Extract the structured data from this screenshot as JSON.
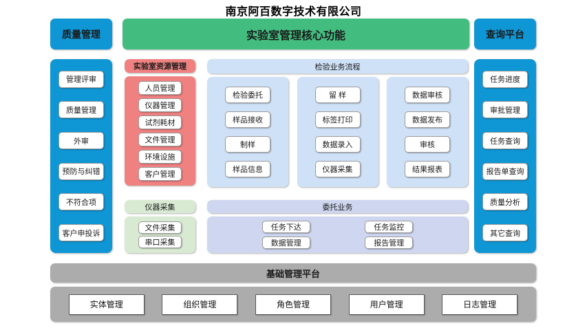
{
  "page": {
    "title": "南京阿百数字技术有限公司"
  },
  "core_banner": {
    "label": "实验室管理核心功能",
    "color": "#42bd7f"
  },
  "left_panel": {
    "header": "质量管理",
    "color": "#0f96d4",
    "items": [
      {
        "label": "管理评审"
      },
      {
        "label": "质量管理"
      },
      {
        "label": "外审"
      },
      {
        "label": "预防与纠错"
      },
      {
        "label": "不符合项"
      },
      {
        "label": "客户申投诉"
      }
    ]
  },
  "right_panel": {
    "header": "查询平台",
    "color": "#0f96d4",
    "items": [
      {
        "label": "任务进度"
      },
      {
        "label": "审批管理"
      },
      {
        "label": "任务查询"
      },
      {
        "label": "报告单查询"
      },
      {
        "label": "质量分析"
      },
      {
        "label": "其它查询"
      }
    ]
  },
  "resource_panel": {
    "header": "实验室资源管理",
    "color": "#ef8181",
    "items": [
      {
        "label": "人员管理"
      },
      {
        "label": "仪器管理"
      },
      {
        "label": "试剂耗材"
      },
      {
        "label": "文件管理"
      },
      {
        "label": "环境设施"
      },
      {
        "label": "客户管理"
      }
    ]
  },
  "process_panel": {
    "header": "检验业务流程",
    "color": "#cfe1f6",
    "columns": [
      {
        "items": [
          {
            "label": "检验委托"
          },
          {
            "label": "样品接收"
          },
          {
            "label": "制样"
          },
          {
            "label": "样品信息"
          }
        ]
      },
      {
        "items": [
          {
            "label": "留 样"
          },
          {
            "label": "标签打印"
          },
          {
            "label": "数据录入"
          },
          {
            "label": "仪器采集"
          }
        ]
      },
      {
        "items": [
          {
            "label": "数据审核"
          },
          {
            "label": "数据发布"
          },
          {
            "label": "审核"
          },
          {
            "label": "结果报表"
          }
        ]
      }
    ]
  },
  "instrument_panel": {
    "header": "仪器采集",
    "color": "#d9ead3",
    "items": [
      {
        "label": "文件采集"
      },
      {
        "label": "串口采集"
      }
    ]
  },
  "entrust_panel": {
    "header": "委托业务",
    "color": "#ced6f0",
    "items": [
      {
        "label": "任务下达"
      },
      {
        "label": "任务监控"
      },
      {
        "label": "数据管理"
      },
      {
        "label": "报告管理"
      }
    ]
  },
  "platform_panel": {
    "header": "基础管理平台",
    "color": "#acacac",
    "items": [
      {
        "label": "实体管理"
      },
      {
        "label": "组织管理"
      },
      {
        "label": "角色管理"
      },
      {
        "label": "用户管理"
      },
      {
        "label": "日志管理"
      }
    ]
  }
}
